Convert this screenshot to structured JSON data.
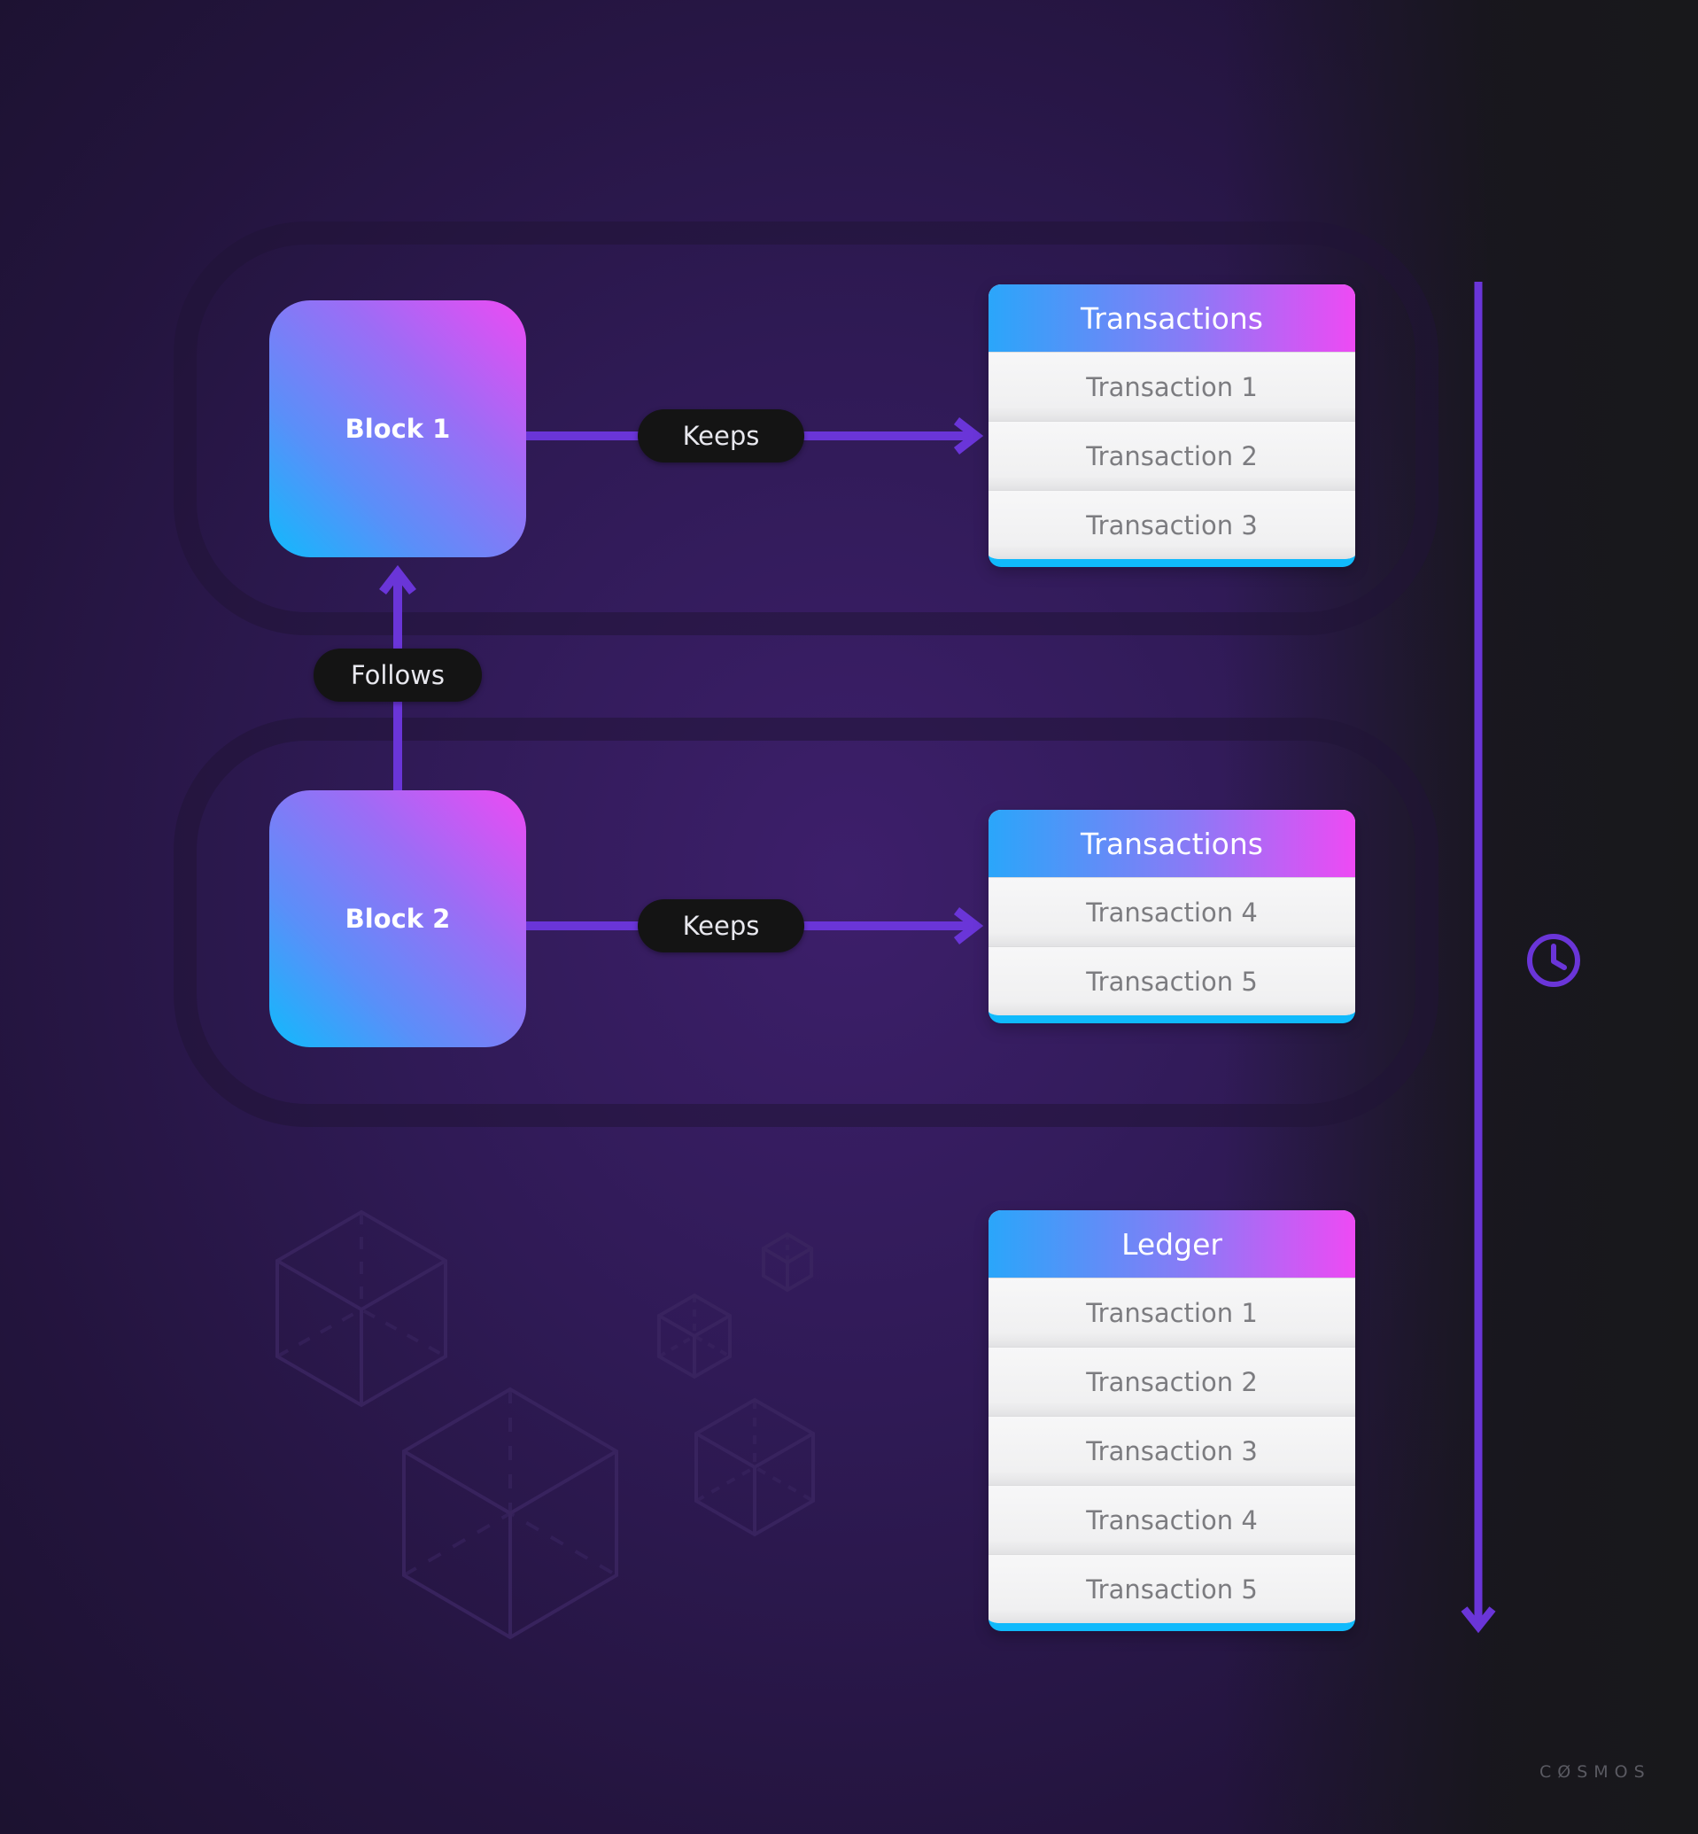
{
  "blocks": [
    {
      "label": "Block 1"
    },
    {
      "label": "Block 2"
    }
  ],
  "relations": {
    "keeps_top": "Keeps",
    "keeps_bottom": "Keeps",
    "follows": "Follows"
  },
  "tables": [
    {
      "title": "Transactions",
      "rows": [
        "Transaction 1",
        "Transaction 2",
        "Transaction 3"
      ]
    },
    {
      "title": "Transactions",
      "rows": [
        "Transaction 4",
        "Transaction 5"
      ]
    },
    {
      "title": "Ledger",
      "rows": [
        "Transaction 1",
        "Transaction 2",
        "Transaction 3",
        "Transaction 4",
        "Transaction 5"
      ]
    }
  ],
  "logo": {
    "text": "CØSMOS"
  },
  "colors": {
    "arrow": "#6a35d8",
    "block_gradient": [
      "#ee4af4",
      "#10bafc"
    ],
    "table_accent": "#10bafc",
    "pill_bg": "#141414"
  },
  "icons": {
    "time": "clock-icon",
    "decoration": "cube-icon"
  }
}
